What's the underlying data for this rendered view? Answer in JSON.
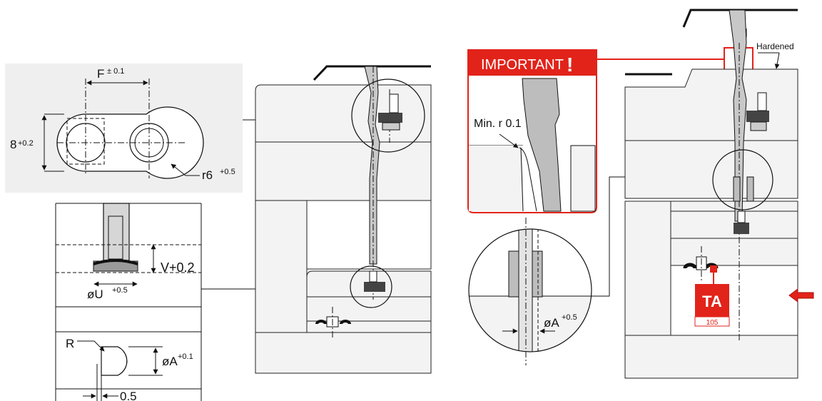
{
  "labels": {
    "f_dim": "F",
    "f_tol": "± 0.1",
    "thick_dim": "8",
    "thick_tol": "+0.2",
    "radius_dim": "r6",
    "radius_tol": "+0.5",
    "v_dim": "V+0.2",
    "u_dim": "øU",
    "u_tol": "+0.5",
    "r_label": "R",
    "a_dim": "øA",
    "a_tol": "+0.1",
    "gap_dim": "0.5",
    "important": "IMPORTANT",
    "exclaim": "!",
    "min_r": "Min. r 0.1",
    "hardened": "Hardened",
    "a2_dim": "øA",
    "a2_tol": "+0.5",
    "badge_code": "TA",
    "badge_num": "105"
  },
  "colors": {
    "accent": "#e2231a",
    "panel_bg": "#efefef",
    "plate_fill": "#f3f3f3",
    "line": "#111111"
  },
  "icons": {
    "arrow": "arrow-left-icon"
  }
}
